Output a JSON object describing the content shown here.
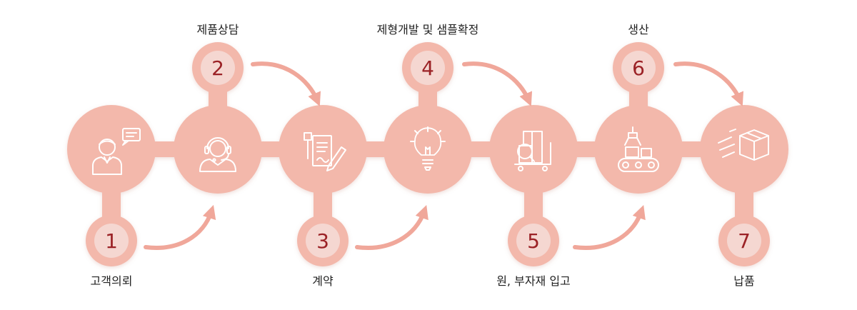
{
  "colors": {
    "blob": "#f3b8ab",
    "badge": "#f5d7d1",
    "number": "#9b2226",
    "arrow": "#f0a79a",
    "icon": "#ffffff",
    "text": "#222222"
  },
  "steps": [
    {
      "number": "1",
      "label": "고객의뢰",
      "icon": "client-chat-icon"
    },
    {
      "number": "2",
      "label": "제품상담",
      "icon": "headset-agent-icon"
    },
    {
      "number": "3",
      "label": "계약",
      "icon": "contract-sign-icon"
    },
    {
      "number": "4",
      "label": "제형개발 및 샘플확정",
      "icon": "light-bulb-icon"
    },
    {
      "number": "5",
      "label": "원, 부자재 입고",
      "icon": "materials-inspection-icon"
    },
    {
      "number": "6",
      "label": "생산",
      "icon": "production-line-icon"
    },
    {
      "number": "7",
      "label": "납품",
      "icon": "delivery-box-icon"
    }
  ]
}
